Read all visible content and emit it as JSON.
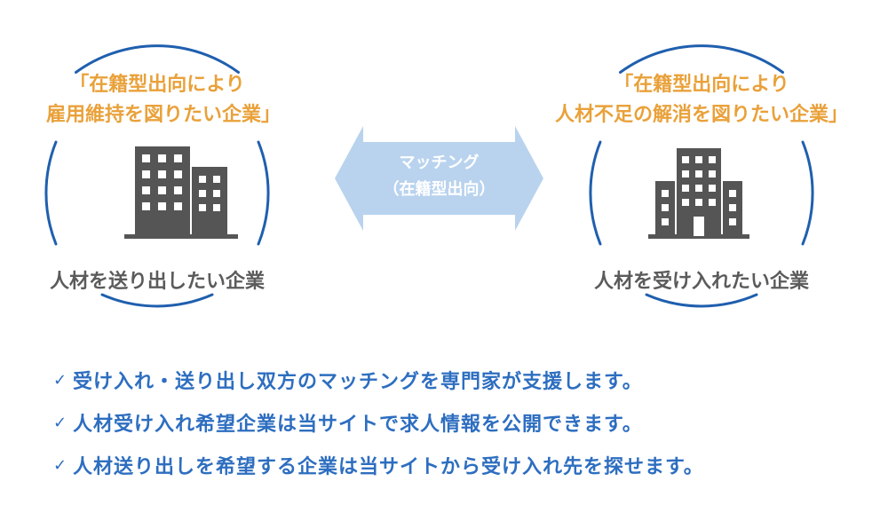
{
  "left_company": {
    "purpose_line1": "「在籍型出向により",
    "purpose_line2": "雇用維持を図りたい企業」",
    "label": "人材を送り出したい企業",
    "icon": "office-building-icon"
  },
  "right_company": {
    "purpose_line1": "「在籍型出向により",
    "purpose_line2": "人材不足の解消を図りたい企業」",
    "label": "人材を受け入れたい企業",
    "icon": "tower-building-icon"
  },
  "matching_arrow": {
    "line1": "マッチング",
    "line2": "（在籍型出向）"
  },
  "bullets": [
    {
      "check": "✓",
      "text": "受け入れ・送り出し双方のマッチングを専門家が支援します。"
    },
    {
      "check": "✓",
      "text": "人材受け入れ希望企業は当サイトで求人情報を公開できます。"
    },
    {
      "check": "✓",
      "text": "人材送り出しを希望する企業は当サイトから受け入れ先を探せます。"
    }
  ],
  "colors": {
    "circle": "#1f5fae",
    "arrow": "#b9d3ee",
    "purpose_text": "#e9a13a",
    "label_text": "#5b5b5b",
    "building": "#555555",
    "bullet_text": "#2d6ec0"
  }
}
